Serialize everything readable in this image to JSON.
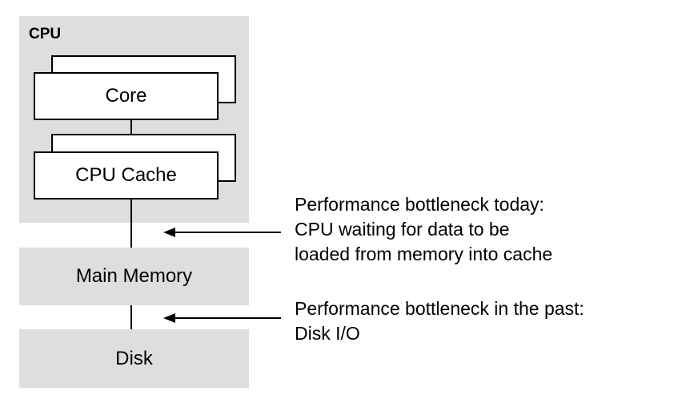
{
  "diagram": {
    "cpu_label": "CPU",
    "core_label": "Core",
    "cache_label": "CPU Cache",
    "memory_label": "Main Memory",
    "disk_label": "Disk",
    "annotation_today": [
      "Performance bottleneck today:",
      "CPU waiting for data to be",
      "loaded from memory into cache"
    ],
    "annotation_past": [
      "Performance bottleneck in the past:",
      "Disk I/O"
    ]
  }
}
